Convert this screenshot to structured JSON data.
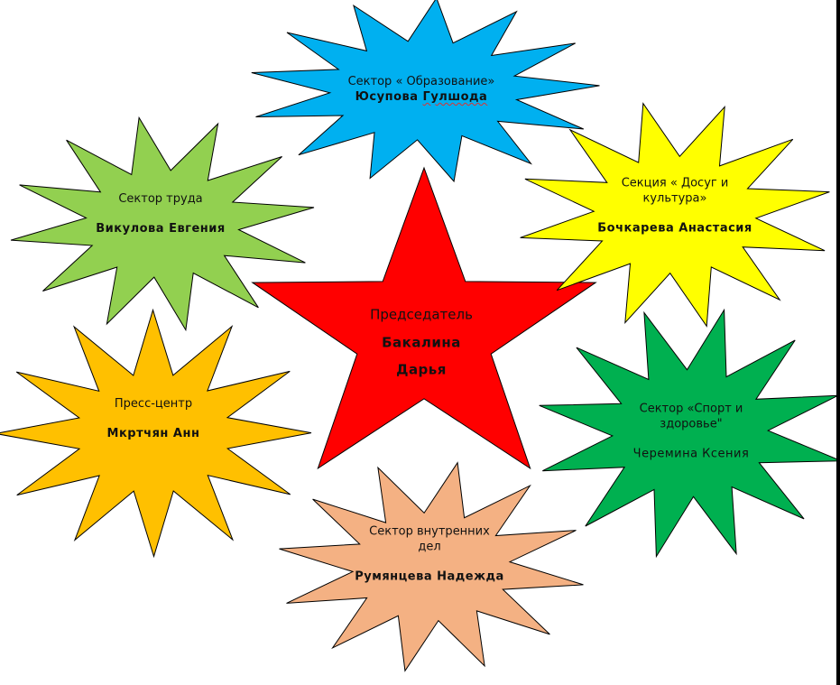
{
  "colors": {
    "blue": "#00B0F0",
    "yellow": "#FFFF00",
    "lightgreen": "#92D050",
    "red": "#FF0000",
    "orange": "#FFC000",
    "darkgreen": "#00B050",
    "peach": "#F4B183"
  },
  "star": {
    "role": "Председатель",
    "name_line1": "Бакалина",
    "name_line2": "Дарья"
  },
  "sectors": {
    "education": {
      "role": "Сектор « Образование»",
      "name_first": "Юсупова",
      "name_last": "Гулшода"
    },
    "culture": {
      "role_line1": "Секция « Досуг и",
      "role_line2": "культура»",
      "name": "Бочкарева Анастасия"
    },
    "labor": {
      "role": "Сектор труда",
      "name": "Викулова Евгения"
    },
    "press": {
      "role": "Пресс-центр",
      "name": "Мкртчян Анн"
    },
    "sport": {
      "role_line1": "Сектор «Спорт и",
      "role_line2": "здоровье\"",
      "name": "Черемина Ксения"
    },
    "internal": {
      "role_line1": "Сектор внутренних",
      "role_line2": "дел",
      "name": "Румянцева Надежда"
    }
  }
}
